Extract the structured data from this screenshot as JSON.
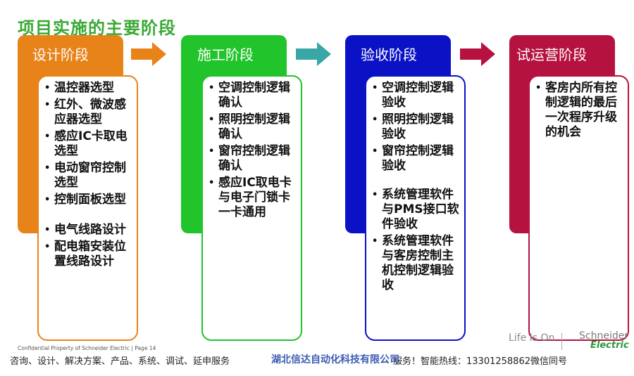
{
  "title": "项目实施的主要阶段",
  "phases": [
    {
      "label": "设计阶段",
      "color": "#e8831a",
      "items": [
        "温控器选型",
        "红外、微波感应器选型",
        "感应IC卡取电选型",
        "电动窗帘控制选型",
        "控制面板选型",
        "电气线路设计",
        "配电箱安装位置线路设计"
      ]
    },
    {
      "label": "施工阶段",
      "color": "#21c42a",
      "items": [
        "空调控制逻辑确认",
        "照明控制逻辑确认",
        "窗帘控制逻辑确认",
        "感应IC取电卡与电子门锁卡一卡通用"
      ]
    },
    {
      "label": "验收阶段",
      "color": "#0b12c6",
      "items": [
        "空调控制逻辑验收",
        "照明控制逻辑验收",
        "窗帘控制逻辑验收",
        "系统管理软件与PMS接口软件验收",
        "系统管理软件与客房控制主机控制逻辑验收"
      ]
    },
    {
      "label": "试运营阶段",
      "color": "#b5123f",
      "items": [
        "客房内所有控制逻辑的最后一次程序升级的机会"
      ]
    }
  ],
  "arrows": [
    {
      "color": "#e8831a"
    },
    {
      "color": "#3aa6a6"
    },
    {
      "color": "#b5123f"
    }
  ],
  "footer": {
    "confidential": "Confidential Property of Schneider Electric | Page 14",
    "logo_life": "Life Is On",
    "logo_brand": "Schneider",
    "logo_brand2": "Electric",
    "bottom_text": "咨询、设计、解决方案、产品、系统、调试、延申服务",
    "bottom_overlay": "湖北信达自动化科技有限公司",
    "hotline_text": "服务！智能热线：13301258862微信同号"
  },
  "bullet": "•"
}
